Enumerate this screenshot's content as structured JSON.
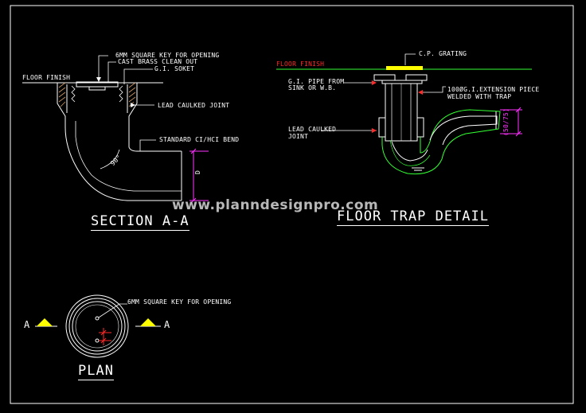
{
  "section": {
    "title": "SECTION A-A",
    "floor_finish": "FLOOR FINISH",
    "key_label": "6MM SQUARE KEY FOR OPENING",
    "cleanout_label": "CAST BRASS CLEAN OUT",
    "socket_label": "G.I. SOKET",
    "caulked_label": "LEAD CAULKED JOINT",
    "bend_label": "STANDARD CI/HCI BEND",
    "angle_label": "90°",
    "dim_label": "D"
  },
  "trap": {
    "title": "FLOOR TRAP DETAIL",
    "floor_finish": "FLOOR FINISH",
    "grating_label": "C.P. GRATING",
    "pipe_label_1": "G.I. PIPE FROM",
    "pipe_label_2": "SINK OR W.B.",
    "ext_label_1": "100ØG.I.EXTENSION PIECE",
    "ext_label_2": "WELDED WITH TRAP",
    "caulked_label_1": "LEAD CAULKED",
    "caulked_label_2": "JOINT",
    "dim_label": "(50/75)"
  },
  "plan": {
    "title": "PLAN",
    "key_label": "6MM SQUARE KEY FOR OPENING",
    "marker_left": "A",
    "marker_right": "A"
  },
  "watermark": "www.planndesignpro.com",
  "colors": {
    "background": "#000000",
    "frame": "#ffffff",
    "leader": "#ffffff",
    "magenta": "#ff33ff",
    "red": "#ff2a2a",
    "green": "#33ff33",
    "yellow": "#ffff00",
    "hatch": "#cc9966"
  }
}
